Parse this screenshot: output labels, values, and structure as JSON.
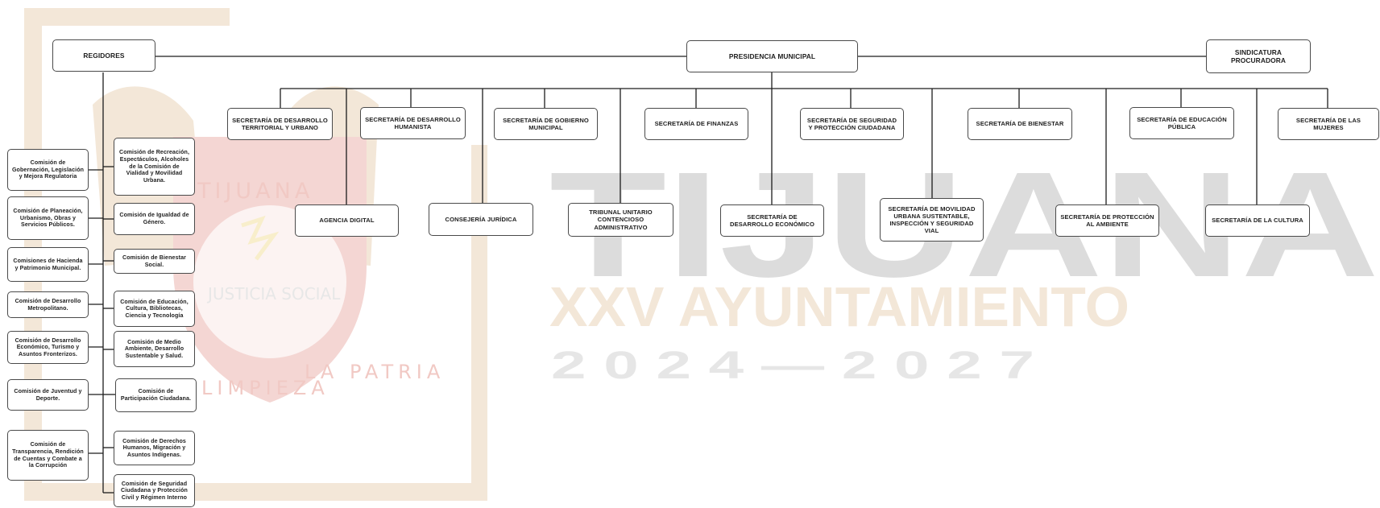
{
  "colors": {
    "line": "#1c1c1c",
    "node_border": "#4a4a4a",
    "node_text": "#1e1e1e",
    "watermark_gray": "#dcdcdc",
    "watermark_beige": "#f3e7d8",
    "watermark_red": "#f4d6d3",
    "watermark_yellow": "#f8eecb"
  },
  "watermark": {
    "logo_word": "TIJUANA",
    "logo_motto": "JUSTICIA SOCIAL",
    "logo_ring_left": "LIMPIEZA",
    "logo_ring_right": "LA PATRIA",
    "big_word": "TIJUANA",
    "ayuntamiento": "XXV AYUNTAMIENTO",
    "years": "2 0 2 4   —   2 0 2 7"
  },
  "nodes": {
    "regidores": "REGIDORES",
    "presidencia": "PRESIDENCIA MUNICIPAL",
    "sindicatura": "SINDICATURA PROCURADORA",
    "sec_desarrollo_territorial": "SECRETARÍA DE DESARROLLO TERRITORIAL Y URBANO",
    "sec_desarrollo_humanista": "SECRETARÍA DE DESARROLLO HUMANISTA",
    "sec_gobierno": "SECRETARÍA DE GOBIERNO MUNICIPAL",
    "sec_finanzas": "SECRETARÍA DE FINANZAS",
    "sec_seguridad": "SECRETARÍA DE SEGURIDAD Y PROTECCIÓN CIUDADANA",
    "sec_bienestar": "SECRETARÍA DE BIENESTAR",
    "sec_educacion": "SECRETARÍA DE EDUCACIÓN PÚBLICA",
    "sec_mujeres": "SECRETARÍA DE LAS MUJERES",
    "agencia_digital": "AGENCIA DIGITAL",
    "consejeria": "CONSEJERÍA JURÍDICA",
    "tribunal": "TRIBUNAL UNITARIO CONTENCIOSO ADMINISTRATIVO",
    "sec_desarrollo_economico": "SECRETARÍA DE DESARROLLO ECONÓMICO",
    "sec_movilidad": "SECRETARÍA DE MOVILIDAD URBANA SUSTENTABLE, INSPECCIÓN Y SEGURIDAD VIAL",
    "sec_proteccion_ambiente": "SECRETARÍA DE PROTECCIÓN AL AMBIENTE",
    "sec_cultura": "SECRETARÍA DE LA CULTURA"
  },
  "comisiones_izquierda": [
    "Comisión de Gobernación, Legislación y Mejora Regulatoria",
    "Comisión de Planeación, Urbanismo, Obras y Servicios Públicos.",
    "Comisiones de Hacienda y Patrimonio Municipal.",
    "Comisión de Desarrollo Metropolitano.",
    "Comisión de Desarrollo Económico, Turismo y Asuntos Fronterizos.",
    "Comisión de Juventud y Deporte.",
    "Comisión de Transparencia, Rendición de Cuentas y Combate a la Corrupción"
  ],
  "comisiones_derecha": [
    "Comisión de Recreación, Espectáculos, Alcoholes de la Comisión de Vialidad y Movilidad Urbana.",
    "Comisión de Igualdad de Género.",
    "Comisión de Bienestar Social.",
    "Comisión de Educación, Cultura, Bibliotecas, Ciencia y Tecnología",
    "Comisión de Medio Ambiente, Desarrollo Sustentable y Salud.",
    "Comisión de Participación Ciudadana.",
    "Comisión de Derechos Humanos, Migración y Asuntos Indígenas.",
    "Comisión de Seguridad Ciudadana y Protección Civil y Régimen Interno"
  ]
}
